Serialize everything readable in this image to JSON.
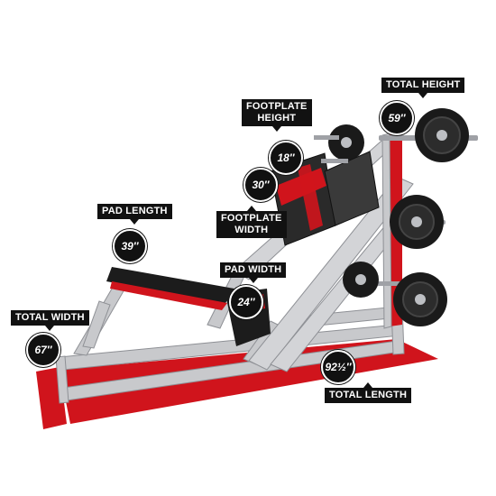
{
  "labels": {
    "total_height": "TOTAL HEIGHT",
    "footplate_height": "FOOTPLATE\nHEIGHT",
    "footplate_width": "FOOTPLATE\nWIDTH",
    "pad_length": "PAD LENGTH",
    "pad_width": "PAD WIDTH",
    "total_width": "TOTAL WIDTH",
    "total_length": "TOTAL LENGTH"
  },
  "values": {
    "total_height": "59″",
    "footplate_height": "18″",
    "footplate_width": "30″",
    "pad_length": "39″",
    "pad_width": "24″",
    "total_width": "67″",
    "total_length": "92½″"
  },
  "colors": {
    "accent_red": "#d0141c",
    "frame_silver": "#c8c9cc",
    "pad_black": "#1c1c1c",
    "badge_black": "#111111"
  }
}
